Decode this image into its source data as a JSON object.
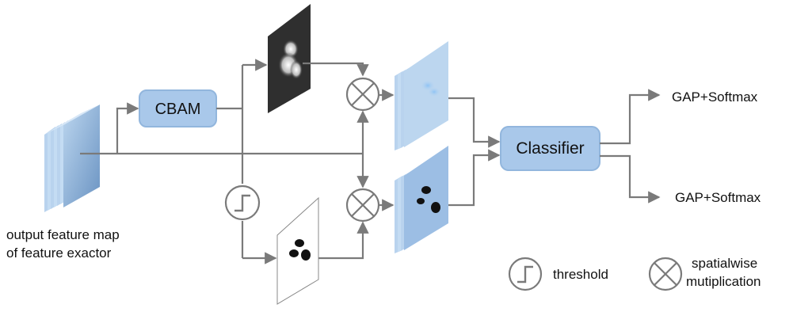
{
  "nodes": {
    "cbam": "CBAM",
    "classifier": "Classifier",
    "gap_softmax_top": "GAP+Softmax",
    "gap_softmax_bottom": "GAP+Softmax",
    "input_caption_line1": "output feature map",
    "input_caption_line2": "of feature exactor"
  },
  "legend": {
    "threshold": "threshold",
    "spatialwise_line1": "spatialwise",
    "spatialwise_line2": "mutiplication"
  },
  "colors": {
    "box_fill": "#a9c8ea",
    "box_stroke": "#92b6dd",
    "arrow": "#7a7a7a",
    "feature_front": "#6f95c0",
    "feature_side": "#a8c6ea"
  }
}
